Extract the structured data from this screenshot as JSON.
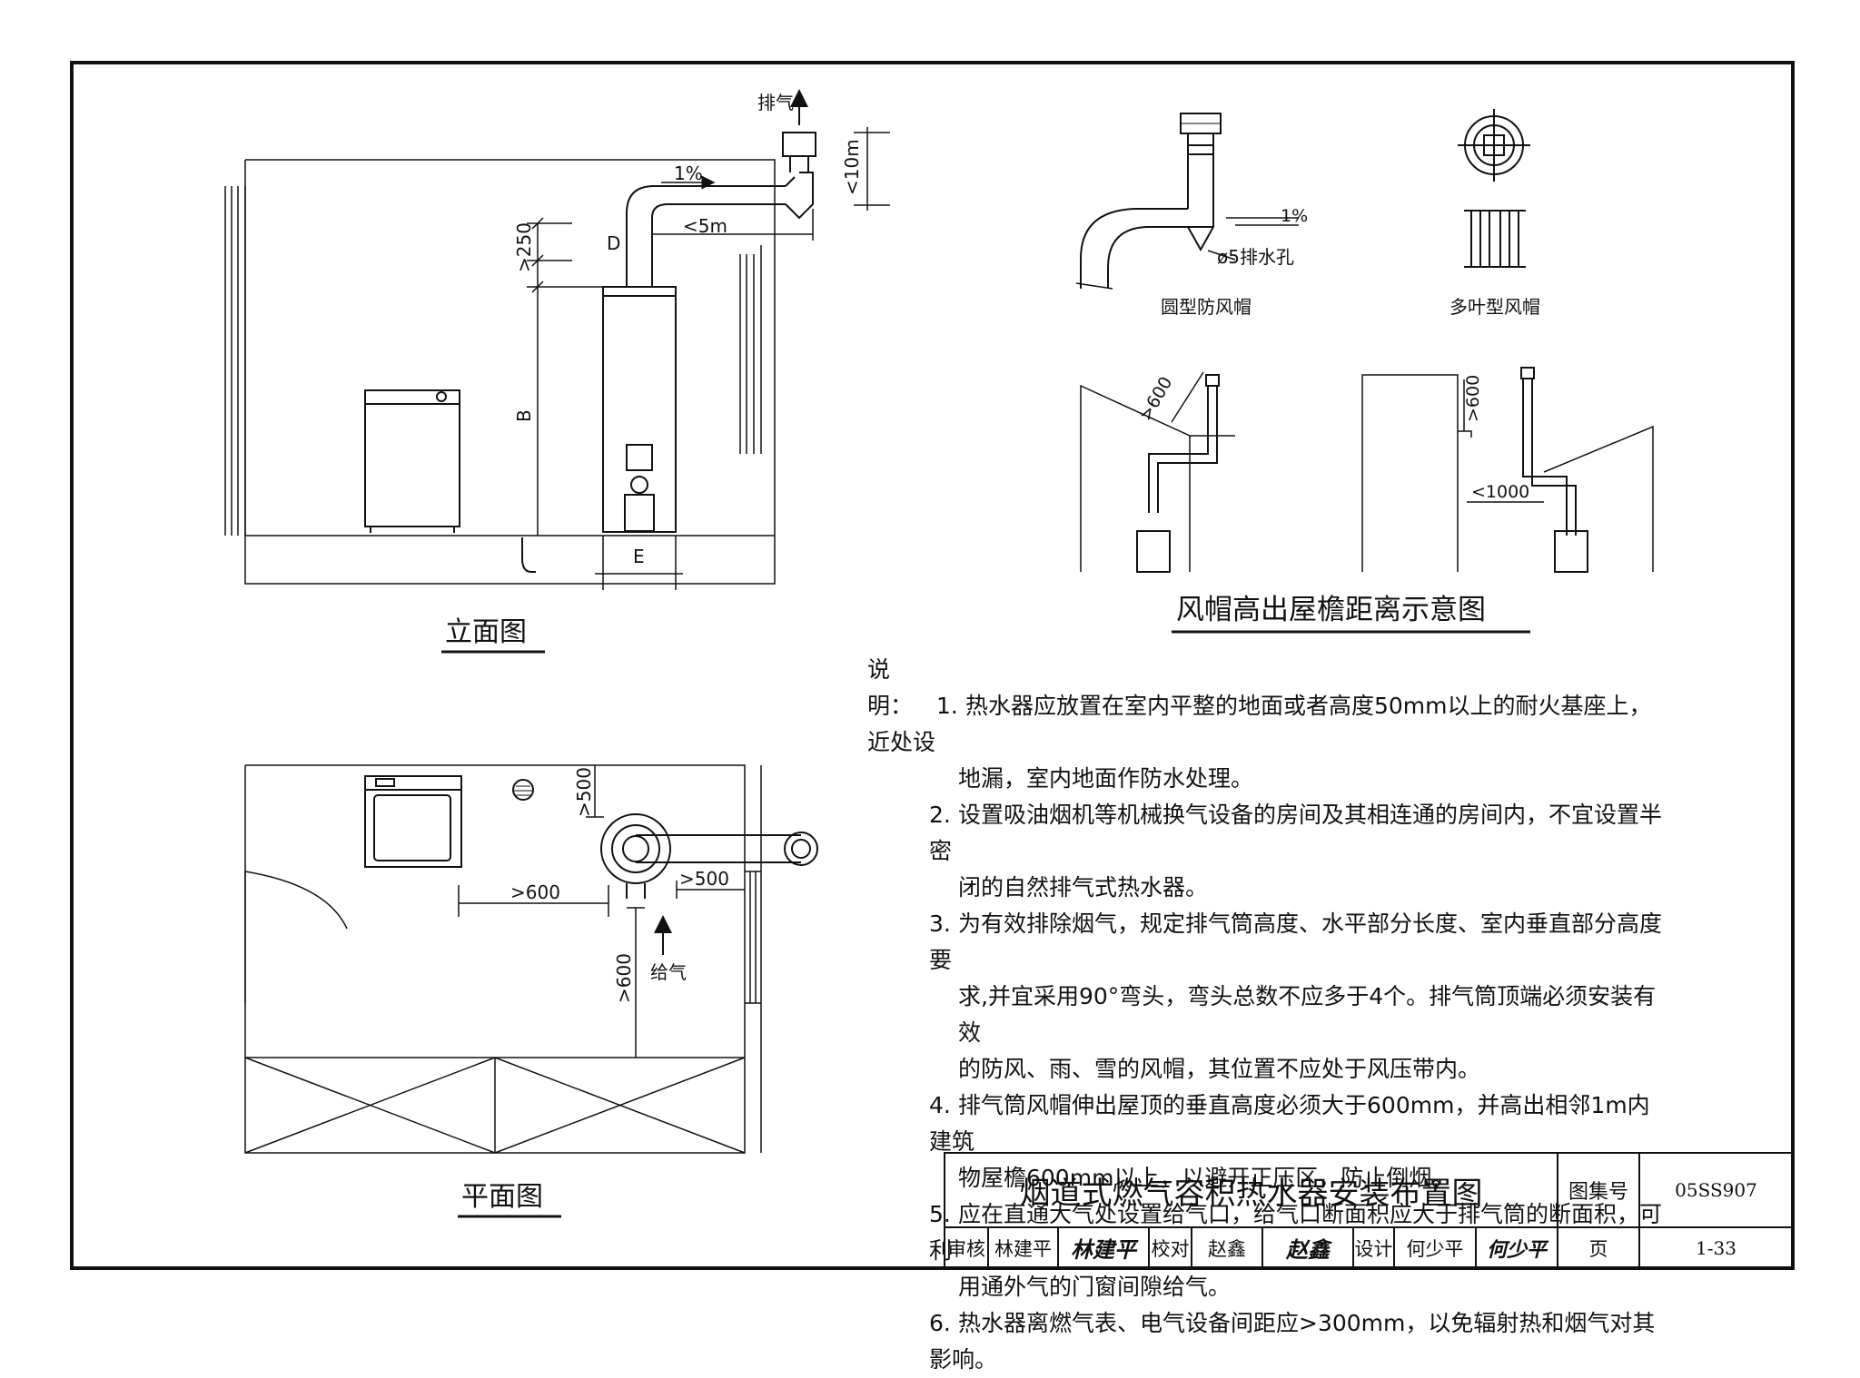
{
  "elevation": {
    "title": "立面图",
    "exhaust_label": "排气",
    "slope_label": "1%",
    "dim_horizontal": "<5m",
    "dim_vertical": "<10m",
    "dim_250": ">250",
    "dim_d": "D",
    "dim_b": "B",
    "dim_e": "E"
  },
  "plan": {
    "title": "平面图",
    "dim_500_top": ">500",
    "dim_600_horiz": ">600",
    "dim_500_right": ">500",
    "dim_600_vert": ">600",
    "air_supply_label": "给气"
  },
  "caps": {
    "round_cap_label": "圆型防风帽",
    "slope_label": "1%",
    "drain_hole_label": "ø5排水孔",
    "multi_cap_label": "多叶型风帽",
    "dim_600_a": ">600",
    "dim_600_b": ">600",
    "dim_1000": "<1000",
    "title": "风帽高出屋檐距离示意图"
  },
  "notes": {
    "lead": "说明：",
    "items": [
      {
        "num": "1.",
        "lines": [
          "热水器应放置在室内平整的地面或者高度50mm以上的耐火基座上，近处设",
          "地漏，室内地面作防水处理。"
        ]
      },
      {
        "num": "2.",
        "lines": [
          "设置吸油烟机等机械换气设备的房间及其相连通的房间内，不宜设置半密",
          "闭的自然排气式热水器。"
        ]
      },
      {
        "num": "3.",
        "lines": [
          "为有效排除烟气，规定排气筒高度、水平部分长度、室内垂直部分高度要",
          "求,并宜采用90°弯头，弯头总数不应多于4个。排气筒顶端必须安装有效",
          "的防风、雨、雪的风帽，其位置不应处于风压带内。"
        ]
      },
      {
        "num": "4.",
        "lines": [
          "排气筒风帽伸出屋顶的垂直高度必须大于600mm，并高出相邻1m内建筑",
          "物屋檐600mm以上，以避开正压区，防止倒烟。"
        ]
      },
      {
        "num": "5.",
        "lines": [
          "应在直通大气处设置给气口，给气口断面积应大于排气筒的断面积，可利",
          "用通外气的门窗间隙给气。"
        ]
      },
      {
        "num": "6.",
        "lines": [
          "热水器离燃气表、电气设备间距应>300mm，以免辐射热和烟气对其影响。"
        ]
      }
    ]
  },
  "title_block": {
    "drawing_title": "烟道式燃气容积热水器安装布置图",
    "atlas_label": "图集号",
    "atlas_no": "05SS907",
    "review_label": "审核",
    "reviewer": "林建平",
    "reviewer_sign": "林建平",
    "check_label": "校对",
    "checker": "赵鑫",
    "checker_sign": "赵鑫",
    "design_label": "设计",
    "designer": "何少平",
    "designer_sign": "何少平",
    "page_label": "页",
    "page_no": "1-33"
  }
}
